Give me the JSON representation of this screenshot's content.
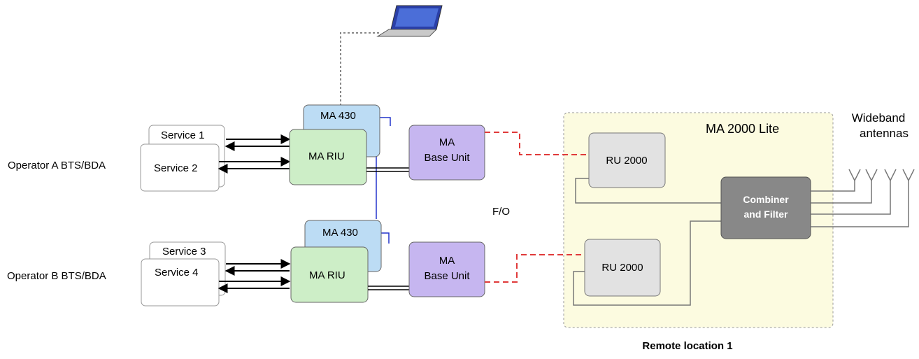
{
  "labels": {
    "operator_a": "Operator A BTS/BDA",
    "operator_b": "Operator B BTS/BDA",
    "service_1": "Service 1",
    "service_2": "Service 2",
    "service_3": "Service 3",
    "service_4": "Service 4",
    "ma_430": "MA 430",
    "ma_riu": "MA RIU",
    "base_unit_line1": "MA",
    "base_unit_line2": "Base Unit",
    "fo": "F/O",
    "ma_2000_lite": "MA 2000 Lite",
    "ru_2000": "RU 2000",
    "combiner_line1": "Combiner",
    "combiner_line2": "and Filter",
    "wideband_line1": "Wideband",
    "wideband_line2": "antennas",
    "remote_location": "Remote location 1"
  },
  "icons": {
    "laptop": "laptop-icon",
    "antenna": "antenna-icon"
  },
  "colors": {
    "ma430_fill": "#bcdcf4",
    "riu_fill": "#cdeec7",
    "base_unit_fill": "#c6b6f0",
    "remote_bg": "#fcfbe0",
    "ru_fill": "#e2e2e2",
    "combiner_fill": "#888888",
    "fiber_red": "#e03a3a",
    "link_blue": "#2233cc"
  }
}
